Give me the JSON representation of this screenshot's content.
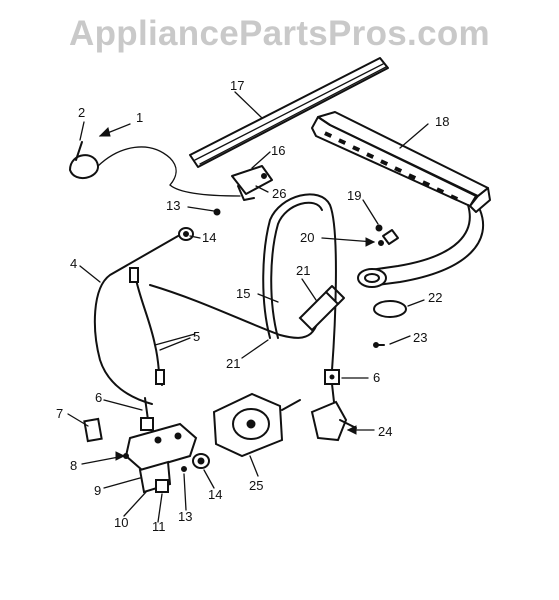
{
  "watermark": "AppliancePartsPros.com",
  "callouts": [
    "1",
    "2",
    "4",
    "5",
    "6",
    "6",
    "7",
    "8",
    "9",
    "10",
    "11",
    "13",
    "13",
    "14",
    "14",
    "15",
    "16",
    "17",
    "18",
    "19",
    "20",
    "21",
    "21",
    "22",
    "23",
    "24",
    "25",
    "26"
  ]
}
